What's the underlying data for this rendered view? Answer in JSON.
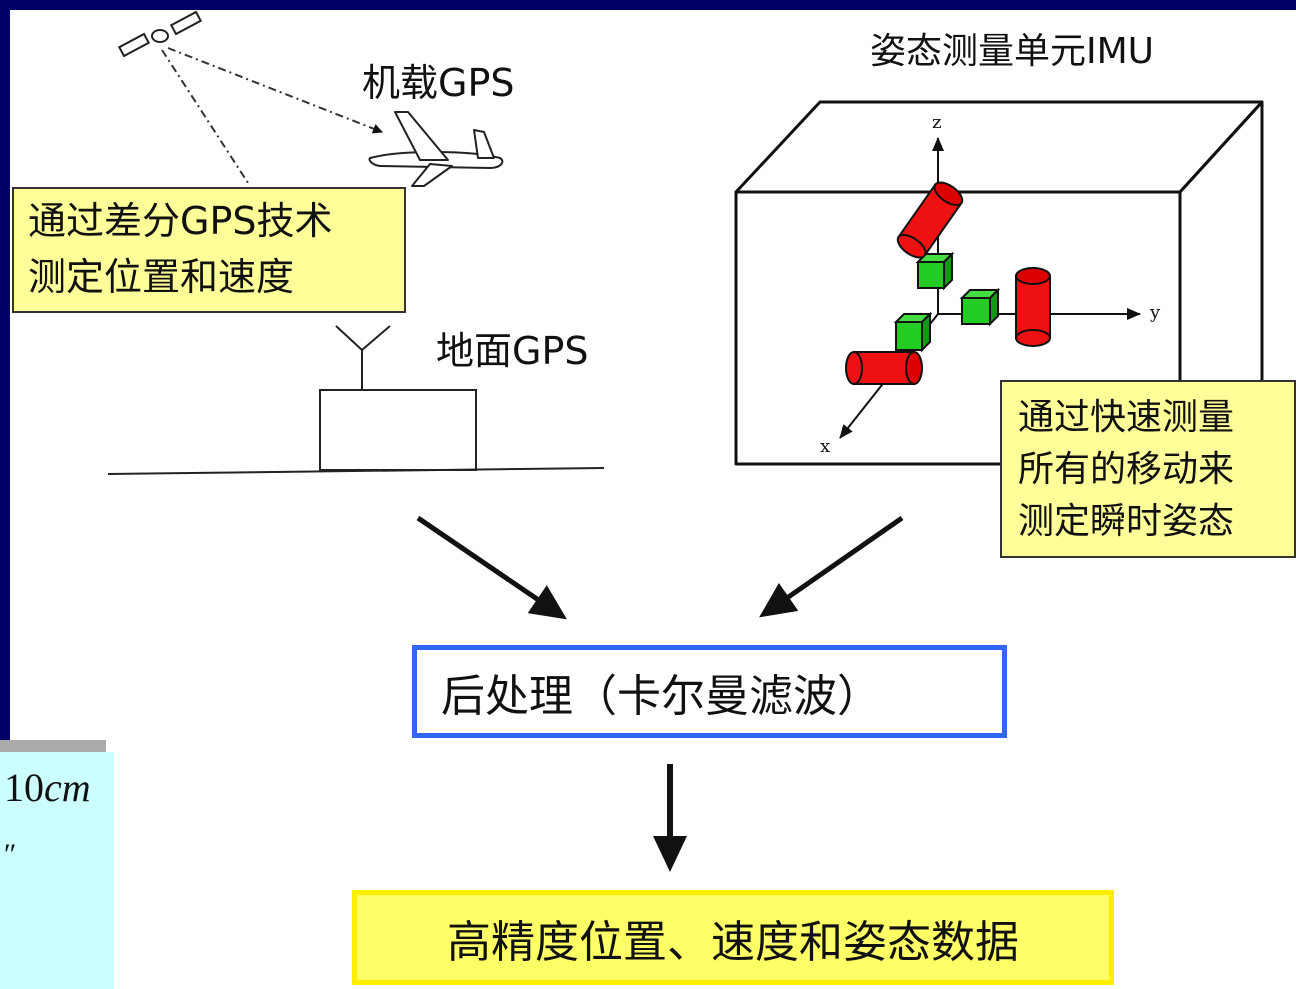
{
  "labels": {
    "airborne_gps": "机载GPS",
    "imu_title": "姿态测量单元IMU",
    "ground_gps": "地面GPS",
    "axis_x": "x",
    "axis_y": "y",
    "axis_z": "z"
  },
  "callouts": {
    "gps_note": [
      "通过差分GPS技术",
      "测定位置和速度"
    ],
    "imu_note": [
      "通过快速测量",
      "所有的移动来",
      "测定瞬时姿态"
    ]
  },
  "process": {
    "post_processing": "后处理（卡尔曼滤波）",
    "result": "高精度位置、速度和姿态数据"
  },
  "spec_panel": {
    "accuracy_value": "10",
    "accuracy_unit": "cm",
    "angle_mark": "″"
  },
  "colors": {
    "slide_border": "#000066",
    "callout_fill": "#ffff99",
    "post_box_border": "#3366ee",
    "result_fill": "#ffff66",
    "result_border": "#ffee00",
    "gyro_red": "#ee1111",
    "accel_green": "#22cc22",
    "spec_panel_fill": "#ccffff"
  }
}
